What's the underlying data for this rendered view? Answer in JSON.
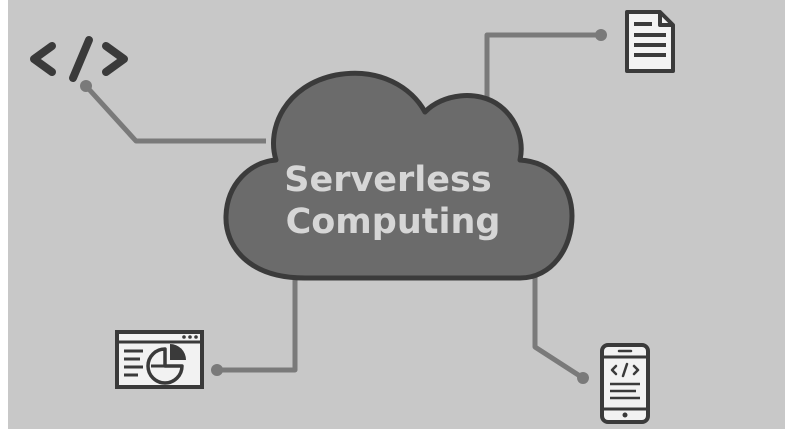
{
  "diagram": {
    "cloud": {
      "label_line1": "Serverless",
      "label_line2": "Computing"
    },
    "nodes": [
      {
        "id": "code",
        "icon": "code-brackets-icon"
      },
      {
        "id": "document",
        "icon": "document-icon"
      },
      {
        "id": "analytics",
        "icon": "analytics-window-icon"
      },
      {
        "id": "mobile",
        "icon": "mobile-phone-icon"
      }
    ],
    "colors": {
      "background": "#c8c8c8",
      "cloud_fill": "#6b6b6b",
      "outline": "#3b3b3b",
      "connector": "#7a7a7a",
      "label_text": "#d6d6d6",
      "icon_dark": "#3a3a3a",
      "icon_light": "#f2f2f2"
    }
  }
}
